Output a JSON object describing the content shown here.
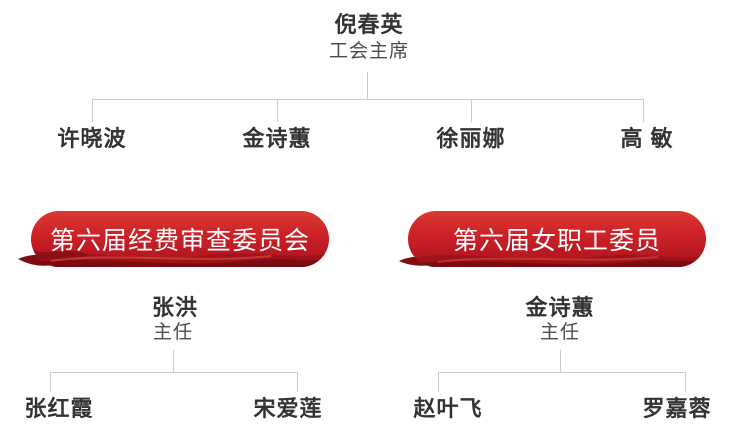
{
  "colors": {
    "background": "#ffffff",
    "name_text": "#333333",
    "subtitle_text": "#4c4c4c",
    "connector_line": "#cccccc",
    "banner_red": "#cb2028",
    "banner_red_light": "#d93a31",
    "banner_red_deep": "#7a0b12",
    "banner_text": "#ffffff"
  },
  "org_chart": {
    "root": {
      "name": "倪春英",
      "title": "工会主席"
    },
    "level2": [
      {
        "name": "许晓波"
      },
      {
        "name": "金诗蕙"
      },
      {
        "name": "徐丽娜"
      },
      {
        "name": "高 敏"
      }
    ],
    "committees": [
      {
        "banner_label": "第六届经费审查委员会",
        "leader": {
          "name": "张洪",
          "title": "主任"
        },
        "members": [
          {
            "name": "张红霞"
          },
          {
            "name": "宋爱莲"
          }
        ]
      },
      {
        "banner_label": "第六届女职工委员",
        "leader": {
          "name": "金诗蕙",
          "title": "主任"
        },
        "members": [
          {
            "name": "赵叶飞"
          },
          {
            "name": "罗嘉蓉"
          }
        ]
      }
    ]
  }
}
